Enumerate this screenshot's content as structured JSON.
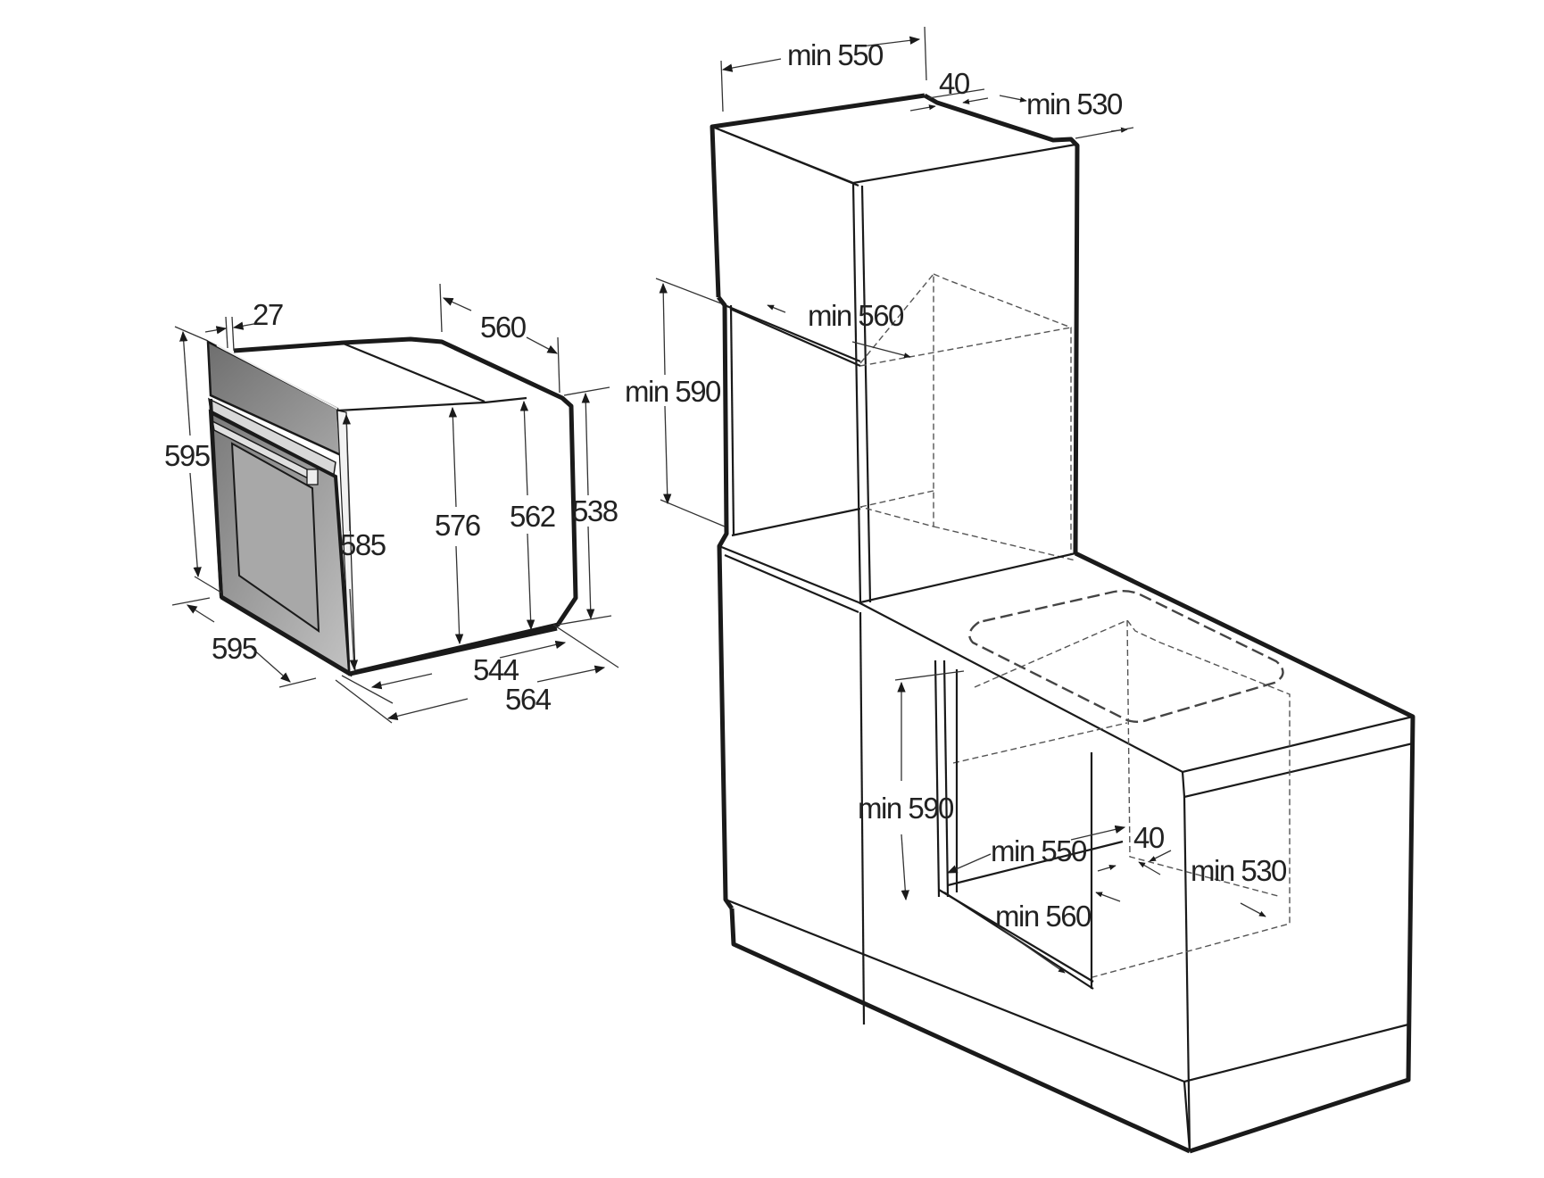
{
  "diagram": {
    "title": "Built-in oven installation dimensions (mm)",
    "oven": {
      "labels": {
        "panel_depth": "27",
        "depth_top": "560",
        "height_total": "595",
        "width_front": "595",
        "body_front_height": "585",
        "body_height_mid": "576",
        "body_height_rear": "562",
        "rear_height": "538",
        "depth_bottom": "544",
        "depth_total": "564"
      }
    },
    "tall_cabinet": {
      "labels": {
        "niche_width": "min 550",
        "vent_gap": "40",
        "niche_depth": "min 530",
        "inner_depth": "min 560",
        "niche_height": "min 590"
      }
    },
    "under_counter": {
      "labels": {
        "niche_height": "min 590",
        "niche_width": "min 550",
        "vent_gap": "40",
        "niche_depth": "min 530",
        "inner_depth": "min 560"
      }
    },
    "colors": {
      "line": "#1a1a1a",
      "panel_gray": "#8a8a8a",
      "door_gray": "#9a9a9a",
      "background": "#ffffff"
    }
  }
}
